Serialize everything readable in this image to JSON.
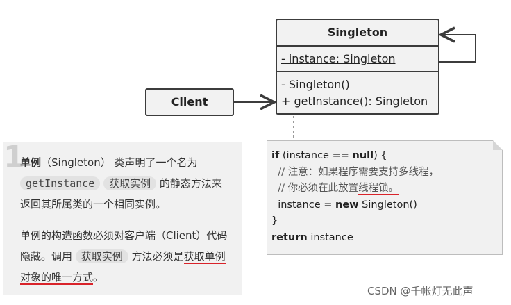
{
  "uml": {
    "class_name": "Singleton",
    "attribute": "- instance: Singleton",
    "op1": "- Singleton()",
    "op2_prefix": "+ ",
    "op2": "getInstance(): Singleton"
  },
  "client": {
    "label": "Client"
  },
  "panel": {
    "number": "1",
    "p1_bold": "单例",
    "p1_a": "（Singleton） 类声明了一个名为",
    "p1_method": "getInstance",
    "p1_pill": "获取实例",
    "p1_b": "的静态方法来返回其所属类的一个相同实例。",
    "p2_a": "单例的构造函数必须对客户端（Client）代码隐藏。调用",
    "p2_pill": "获取实例",
    "p2_b": "方法必须是",
    "p2_red": "获取单例对象的唯一方式",
    "p2_end": "。"
  },
  "code": {
    "l1_kw1": "if",
    "l1_a": " (instance == ",
    "l1_kw2": "null",
    "l1_b": ") {",
    "l2": "  // 注意：如果程序需要支持多线程，",
    "l3_a": "  // 你必须在此放置",
    "l3_red": "线程锁。",
    "l4_a": "  instance = ",
    "l4_kw": "new",
    "l4_b": " Singleton()",
    "l5": "}",
    "l6_kw": "return",
    "l6_b": " instance"
  },
  "watermark": "CSDN @千帐灯无此声"
}
